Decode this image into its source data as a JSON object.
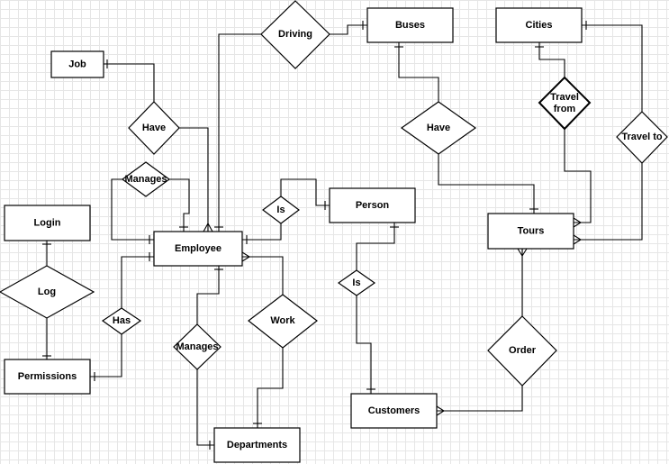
{
  "entities": {
    "buses": "Buses",
    "cities": "Cities",
    "job": "Job",
    "login": "Login",
    "employee": "Employee",
    "person": "Person",
    "tours": "Tours",
    "permissions": "Permissions",
    "customers": "Customers",
    "departments": "Departments"
  },
  "relationships": {
    "driving": "Driving",
    "have_job": "Have",
    "have_bus": "Have",
    "travel_from": [
      "Travel",
      "from"
    ],
    "travel_to": "Travel to",
    "manages_top": "Manages",
    "is_person": "Is",
    "log": "Log",
    "has": "Has",
    "manages_dept": "Manages",
    "work": "Work",
    "is_customer": "Is",
    "order": "Order"
  }
}
